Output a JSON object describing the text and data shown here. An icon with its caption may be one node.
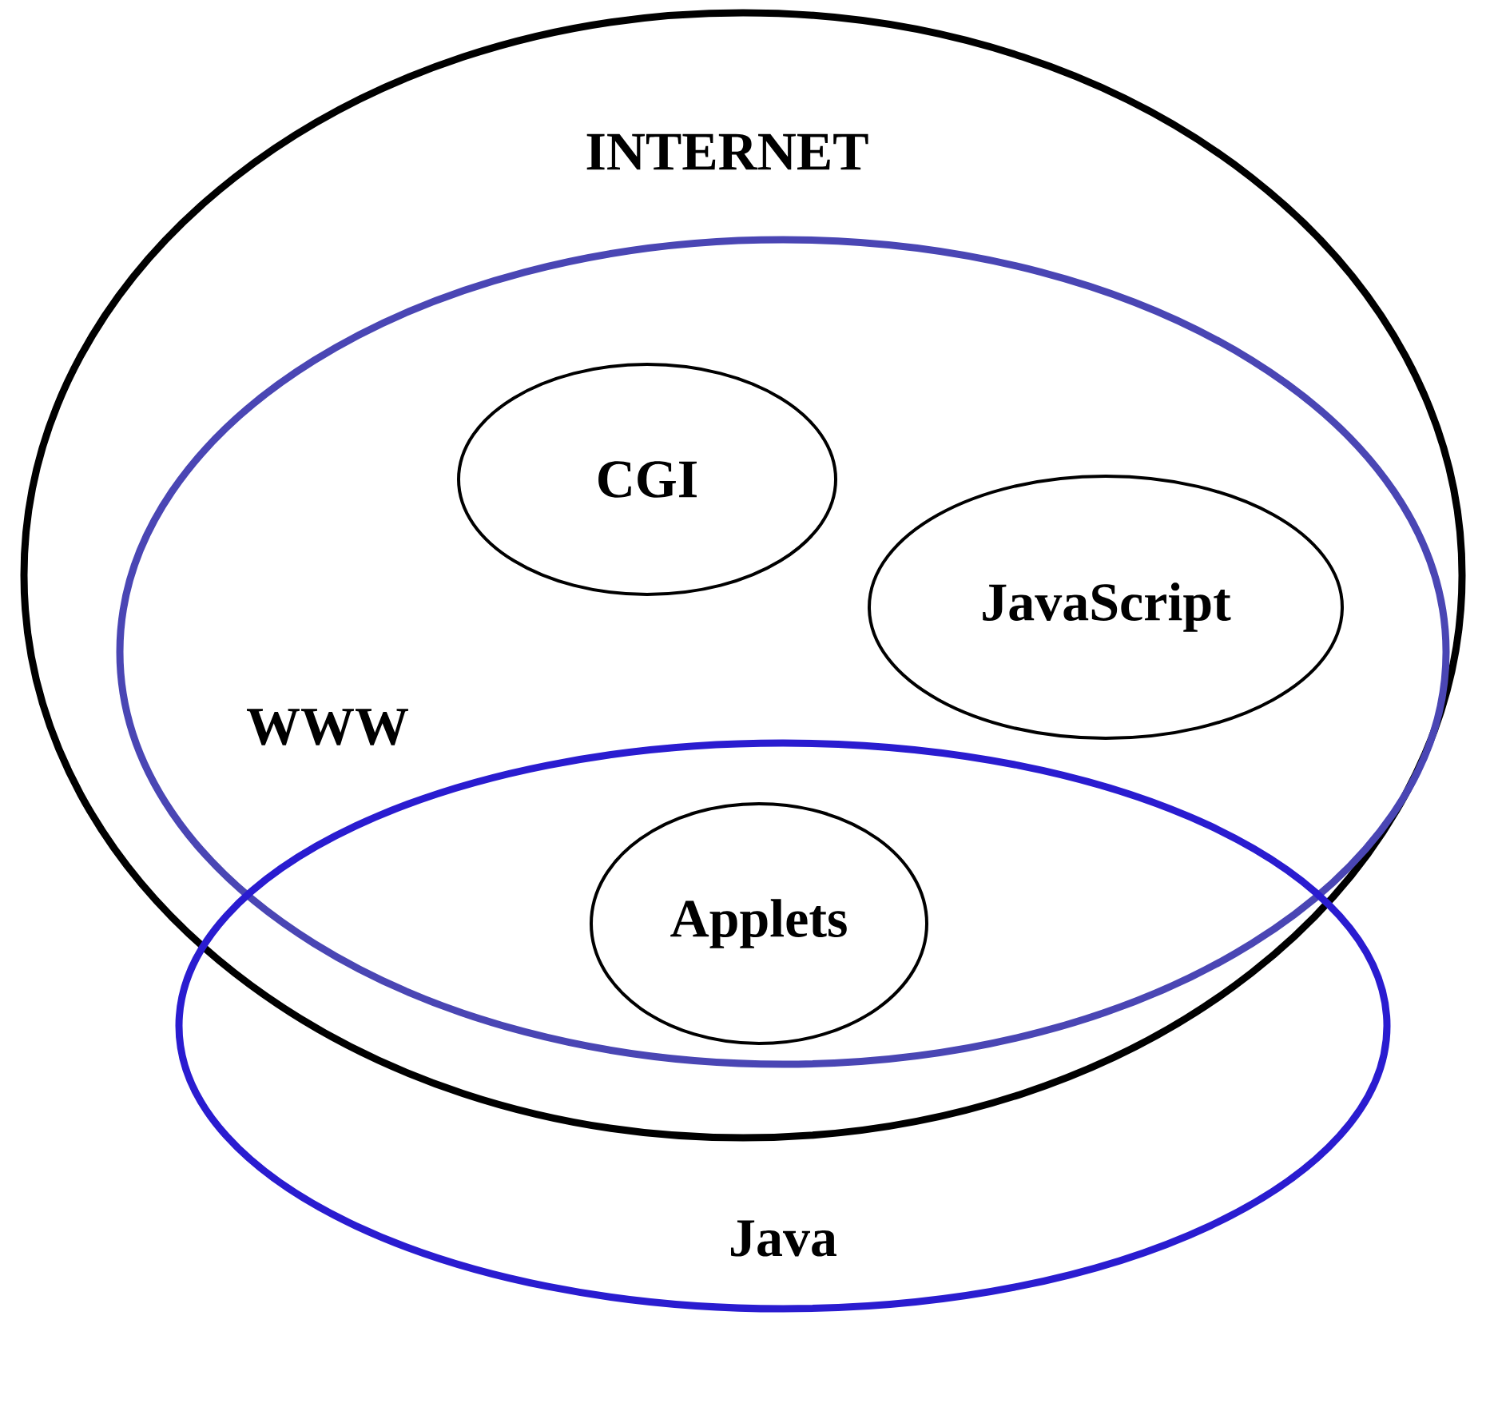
{
  "diagram": {
    "nodes": [
      {
        "text": [
          "INTERNET"
        ]
      },
      {
        "text": [
          "WWW"
        ],
        "in": 0
      },
      {
        "text": [
          "CGI"
        ],
        "in": 1
      },
      {
        "text": [
          "JavaScript"
        ],
        "in": 1
      },
      {
        "text": [
          "Applets"
        ]
      },
      {
        "text": [
          "Java"
        ]
      }
    ]
  }
}
